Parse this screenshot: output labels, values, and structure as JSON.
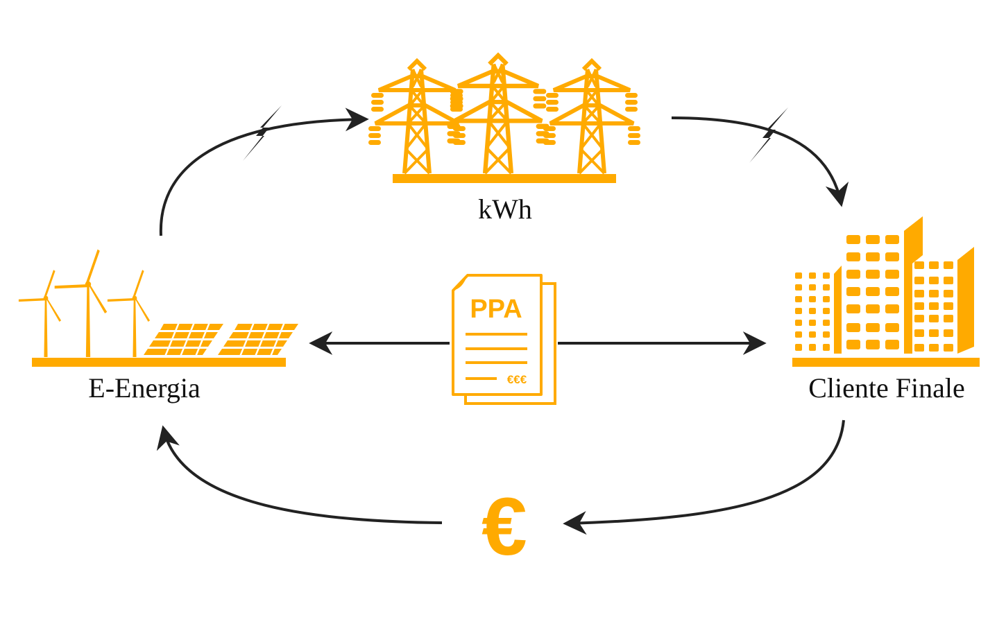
{
  "diagram": {
    "title": "PPA energy flow",
    "colors": {
      "accent": "#FFAA00",
      "arrow": "#222222",
      "text": "#111111",
      "background": "#FFFFFF"
    },
    "nodes": {
      "grid": {
        "label": "kWh",
        "icon": "power-pylons-icon"
      },
      "producer": {
        "label": "E-Energia",
        "icon": "wind-solar-icon"
      },
      "customer": {
        "label": "Cliente Finale",
        "icon": "buildings-icon"
      },
      "contract": {
        "title": "PPA",
        "currency": "€€€",
        "icon": "contract-document-icon"
      },
      "payment": {
        "symbol": "€",
        "icon": "euro-icon"
      }
    },
    "edges": [
      {
        "from": "producer",
        "to": "grid",
        "kind": "energy",
        "icon": "lightning-bolt-icon"
      },
      {
        "from": "grid",
        "to": "customer",
        "kind": "energy",
        "icon": "lightning-bolt-icon"
      },
      {
        "from": "contract",
        "to": "producer",
        "kind": "contract"
      },
      {
        "from": "contract",
        "to": "customer",
        "kind": "contract"
      },
      {
        "from": "customer",
        "to": "payment",
        "kind": "payment"
      },
      {
        "from": "payment",
        "to": "producer",
        "kind": "payment"
      }
    ]
  }
}
